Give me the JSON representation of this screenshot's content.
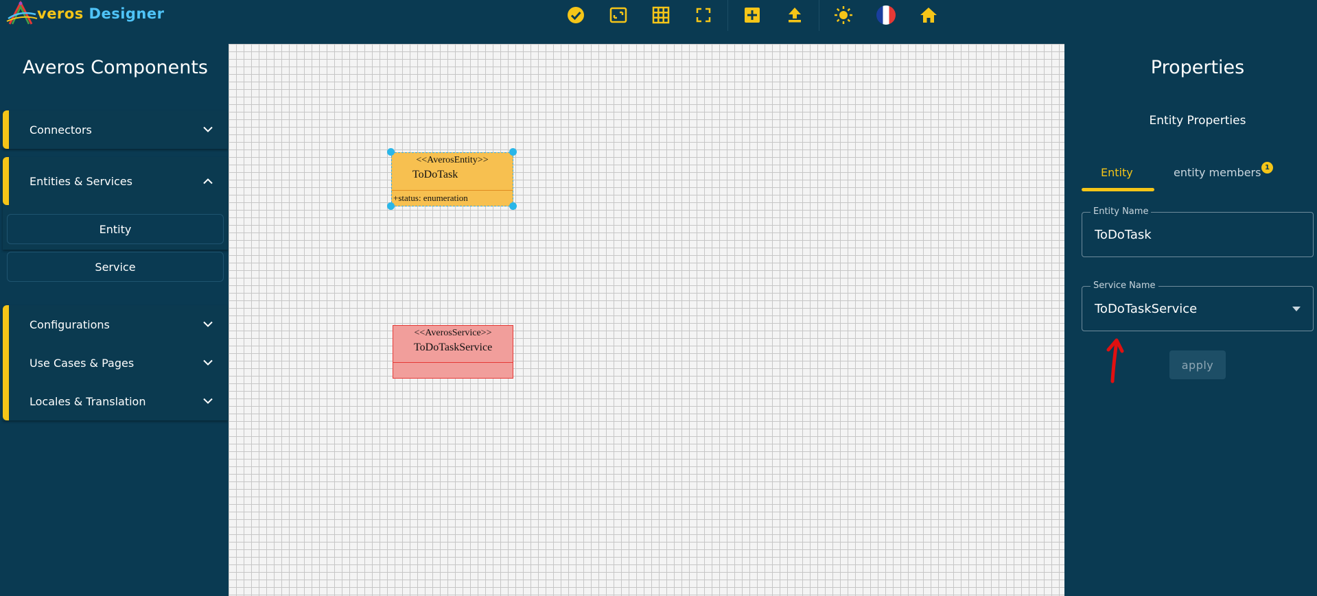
{
  "app": {
    "logo_part1": "veros",
    "logo_part2": "Designer"
  },
  "toolbar": {
    "icons": [
      "check-circle-icon",
      "fit-screen-icon",
      "grid-icon",
      "fullscreen-icon",
      "add-box-icon",
      "upload-icon",
      "brightness-icon",
      "french-flag-icon",
      "home-icon"
    ]
  },
  "left_panel": {
    "title": "Averos Components",
    "sections": [
      {
        "label": "Connectors",
        "expanded": false
      },
      {
        "label": "Entities & Services",
        "expanded": true,
        "items": [
          "Entity",
          "Service"
        ]
      },
      {
        "label": "Configurations",
        "expanded": false
      },
      {
        "label": "Use Cases & Pages",
        "expanded": false
      },
      {
        "label": "Locales & Translation",
        "expanded": false
      }
    ]
  },
  "canvas": {
    "entity": {
      "stereotype": "<<AverosEntity>>",
      "name": "ToDoTask",
      "attribute": "+status: enumeration"
    },
    "service": {
      "stereotype": "<<AverosService>>",
      "name": "ToDoTaskService"
    }
  },
  "right_panel": {
    "title": "Properties",
    "subtitle": "Entity Properties",
    "tabs": [
      {
        "label": "Entity",
        "active": true
      },
      {
        "label": "entity members",
        "badge": "1"
      }
    ],
    "entity_name": {
      "label": "Entity Name",
      "value": "ToDoTask"
    },
    "service_name": {
      "label": "Service Name",
      "value": "ToDoTaskService"
    },
    "apply_label": "apply"
  },
  "colors": {
    "background": "#0a3a52",
    "accent": "#f5c518",
    "entity_fill": "#f7c050",
    "service_fill": "#f19e9b",
    "selection": "#29b6e8",
    "annotation_arrow": "#e01010"
  }
}
